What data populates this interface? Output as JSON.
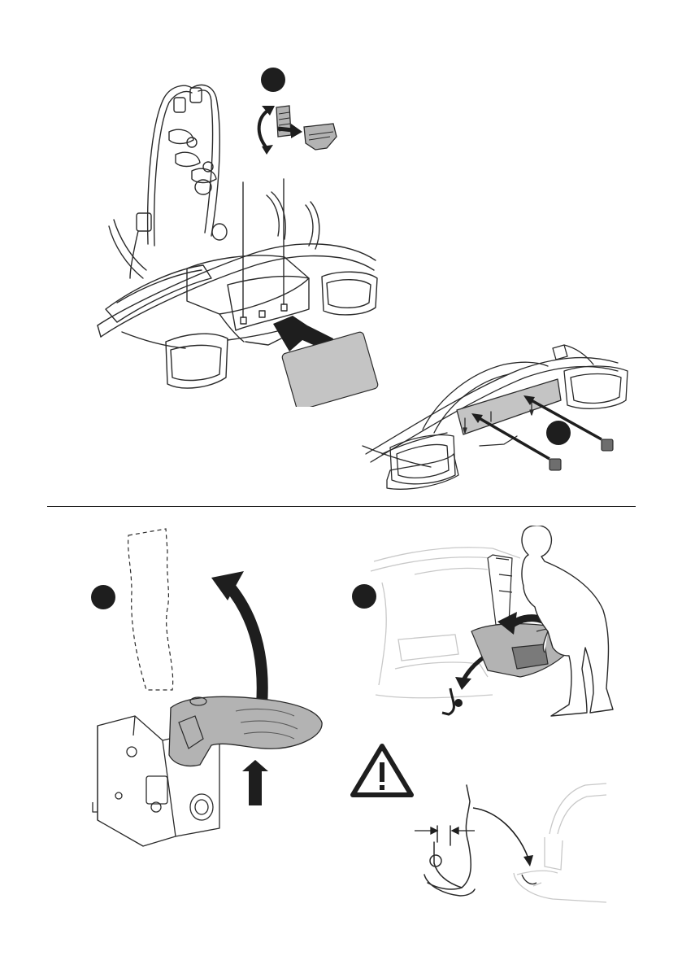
{
  "document": {
    "type": "assembly-instructions",
    "steps": [
      {
        "id": "step-a",
        "marker": ""
      },
      {
        "id": "step-b",
        "marker": ""
      },
      {
        "id": "step-c",
        "marker": ""
      },
      {
        "id": "step-d",
        "marker": ""
      }
    ]
  },
  "icons": [
    "warning-triangle-icon",
    "push-arrow-icon",
    "rotate-arrow-icon",
    "insert-arrow-icon"
  ],
  "colors": {
    "ink": "#1e1e1e",
    "line": "#2a2a2a",
    "plate_fill": "#c4c4c4",
    "part_fill": "#b3b3b3",
    "light_line": "#c8c8c8",
    "background": "#ffffff"
  }
}
